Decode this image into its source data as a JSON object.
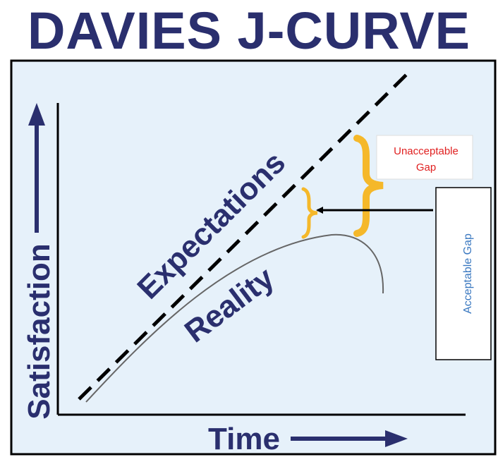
{
  "title": "DAVIES J-CURVE",
  "axes": {
    "y_label": "Satisfaction",
    "x_label": "Time"
  },
  "curves": {
    "expectations_label": "Expectations",
    "reality_label": "Reality"
  },
  "annotations": {
    "unacceptable_gap": [
      "Unacceptable",
      "Gap"
    ],
    "acceptable_gap": "Acceptable Gap"
  },
  "colors": {
    "title": "#2a2f6e",
    "label": "#2a2f6e",
    "panel_bg": "#e6f1fa",
    "brace": "#f5b82a",
    "unacceptable_text": "#e02020",
    "acceptable_text": "#3a78c0",
    "line": "#000000",
    "reality_line": "#666666"
  }
}
